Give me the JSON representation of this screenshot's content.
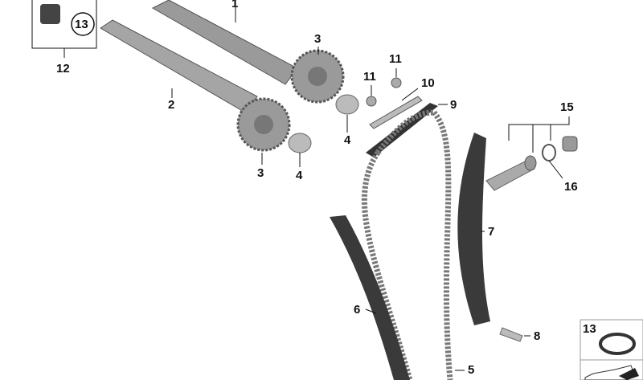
{
  "callouts": {
    "c1": "1",
    "c2": "2",
    "c3a": "3",
    "c3b": "3",
    "c4a": "4",
    "c4b": "4",
    "c5": "5",
    "c6": "6",
    "c7": "7",
    "c8": "8",
    "c9": "9",
    "c10": "10",
    "c11a": "11",
    "c11b": "11",
    "c12": "12",
    "c13": "13",
    "c15": "15",
    "c16": "16",
    "c13_box": "13"
  },
  "colors": {
    "part": "#8a8a8a",
    "dark": "#3a3a3a",
    "line": "#111111"
  }
}
